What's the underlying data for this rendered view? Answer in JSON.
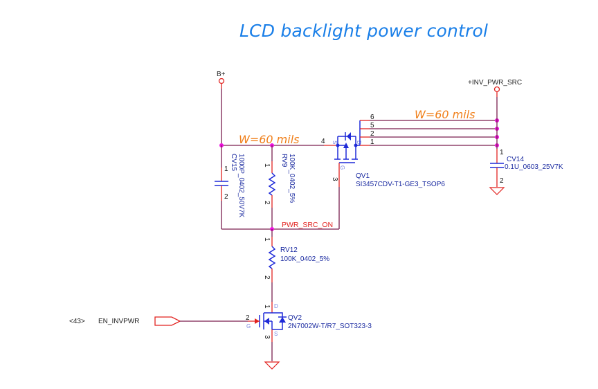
{
  "title": "LCD backlight power control",
  "colors": {
    "title": "#1a7fe8",
    "wire": "#7a1e4e",
    "pin": "#e2221f",
    "component": "#1f2ad8",
    "junction": "#ee10e0",
    "net_label": "#e2221f",
    "trace_width_note": "#f07f1a"
  },
  "power_ports": {
    "b_plus": "B+",
    "inv_pwr_src": "+INV_PWR_SRC"
  },
  "trace_notes": {
    "left": "W=60 mils",
    "right": "W=60 mils"
  },
  "nets": {
    "pwr_src_on": "PWR_SRC_ON",
    "en_invpwr": "EN_INVPWR",
    "en_invpwr_page_ref": "<43>"
  },
  "components": {
    "cv15": {
      "ref": "CV15",
      "value": "1000P_0402_50V7K",
      "pin1": "1",
      "pin2": "2"
    },
    "rv9": {
      "ref": "RV9",
      "value": "100K_0402_5%",
      "pin1": "1",
      "pin2": "2"
    },
    "qv1": {
      "ref": "QV1",
      "value": "SI3457CDV-T1-GE3_TSOP6",
      "pin_s": "4",
      "pin_g": "3",
      "drain_pins": [
        "6",
        "5",
        "2",
        "1"
      ],
      "label_s": "S",
      "label_d": "D",
      "label_g": "G"
    },
    "cv14": {
      "ref": "CV14",
      "value": "0.1U_0603_25V7K",
      "pin1": "1",
      "pin2": "2"
    },
    "rv12": {
      "ref": "RV12",
      "value": "100K_0402_5%",
      "pin1": "1",
      "pin2": "2"
    },
    "qv2": {
      "ref": "QV2",
      "value": "2N7002W-T/R7_SOT323-3",
      "pin_d": "1",
      "pin_g": "2",
      "pin_s": "3",
      "label_d": "D",
      "label_g": "G",
      "label_s": "S"
    }
  }
}
